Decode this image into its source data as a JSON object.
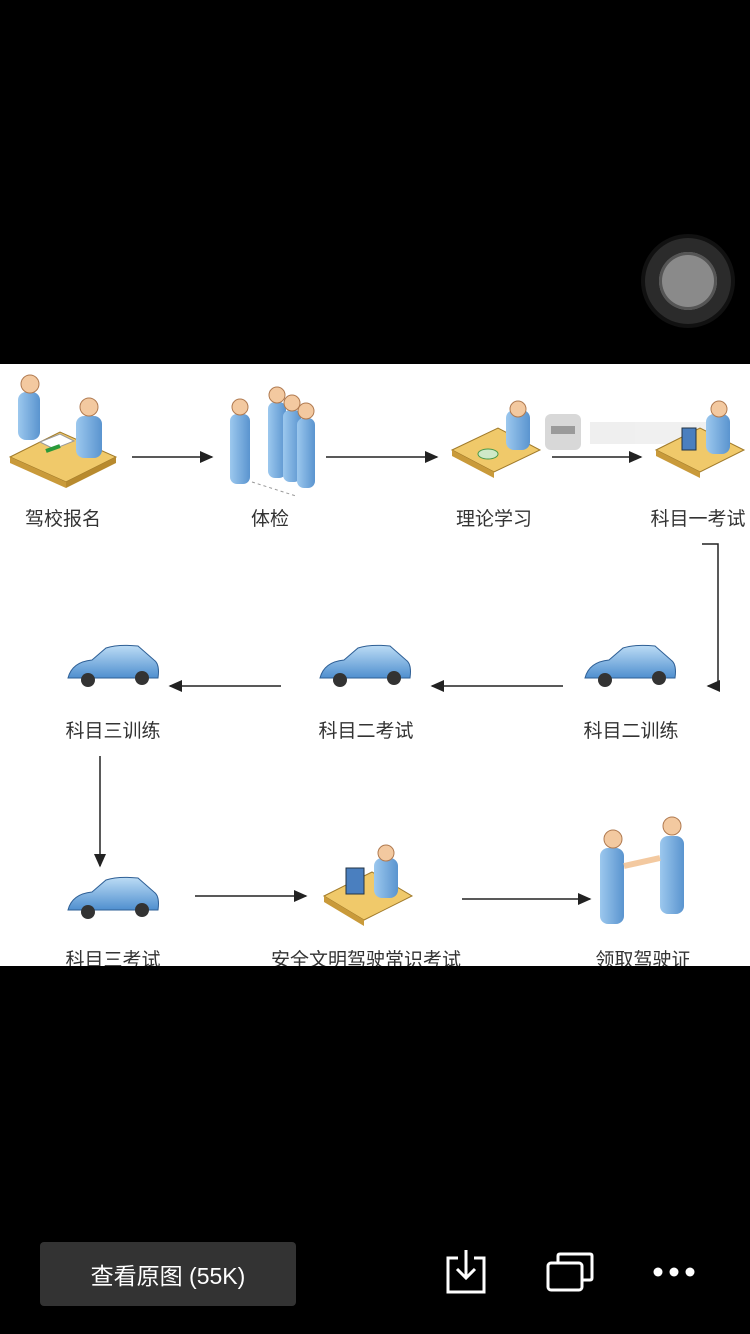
{
  "diagram": {
    "steps": [
      {
        "id": "step-1",
        "label": "驾校报名"
      },
      {
        "id": "step-2",
        "label": "体检"
      },
      {
        "id": "step-3",
        "label": "理论学习"
      },
      {
        "id": "step-4",
        "label": "科目一考试"
      },
      {
        "id": "step-5",
        "label": "科目二训练"
      },
      {
        "id": "step-6",
        "label": "科目二考试"
      },
      {
        "id": "step-7",
        "label": "科目三训练"
      },
      {
        "id": "step-8",
        "label": "科目三考试"
      },
      {
        "id": "step-9",
        "label": "安全文明驾驶常识考试"
      },
      {
        "id": "step-10",
        "label": "领取驾驶证"
      }
    ]
  },
  "toolbar": {
    "view_original_label": "查看原图 (55K)",
    "icons": [
      "download-icon",
      "multi-window-icon",
      "more-icon"
    ]
  }
}
